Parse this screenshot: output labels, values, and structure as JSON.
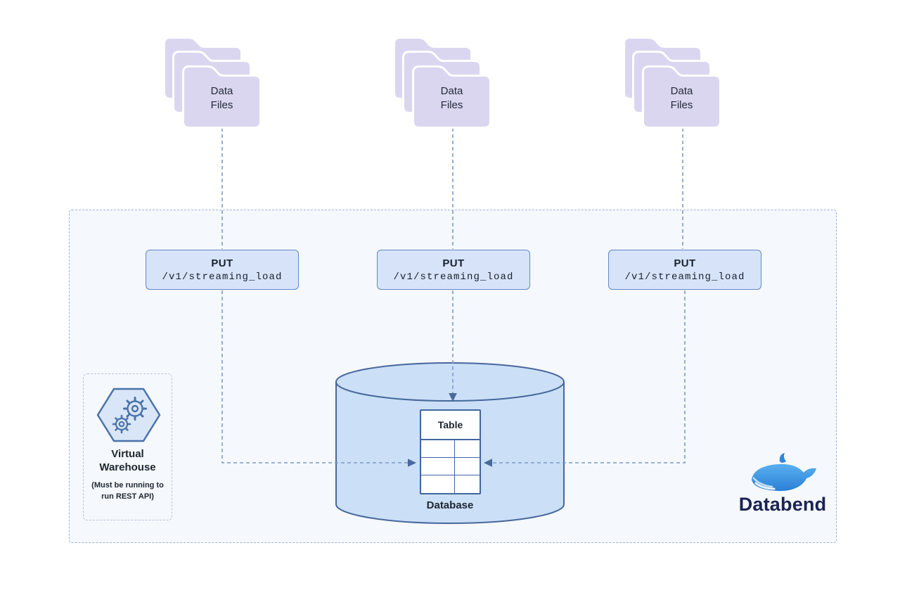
{
  "folders": {
    "stacks": [
      {
        "label": "Data Files"
      },
      {
        "label": "Data Files"
      },
      {
        "label": "Data Files"
      }
    ]
  },
  "endpoints": [
    {
      "method": "PUT",
      "path": "/v1/streaming_load"
    },
    {
      "method": "PUT",
      "path": "/v1/streaming_load"
    },
    {
      "method": "PUT",
      "path": "/v1/streaming_load"
    }
  ],
  "database": {
    "table_label": "Table",
    "name": "Database"
  },
  "virtual_warehouse": {
    "title": "Virtual Warehouse",
    "note": "(Must be running to run REST API)"
  },
  "brand": {
    "name": "Databend"
  },
  "colors": {
    "folder_fill": "#dbd6f0",
    "endpoint_fill": "#d7e3f8",
    "endpoint_border": "#6188c8",
    "cylinder_fill": "#cbdff7",
    "cylinder_stroke": "#47689c",
    "connector": "#7e9bc6",
    "container_fill": "#f5f8fc",
    "container_border": "#9fb8d8",
    "table_border": "#3f66a0",
    "text_dark": "#1d2530",
    "brand_navy": "#1a2352",
    "whale_blue": "#3b8fe0"
  }
}
